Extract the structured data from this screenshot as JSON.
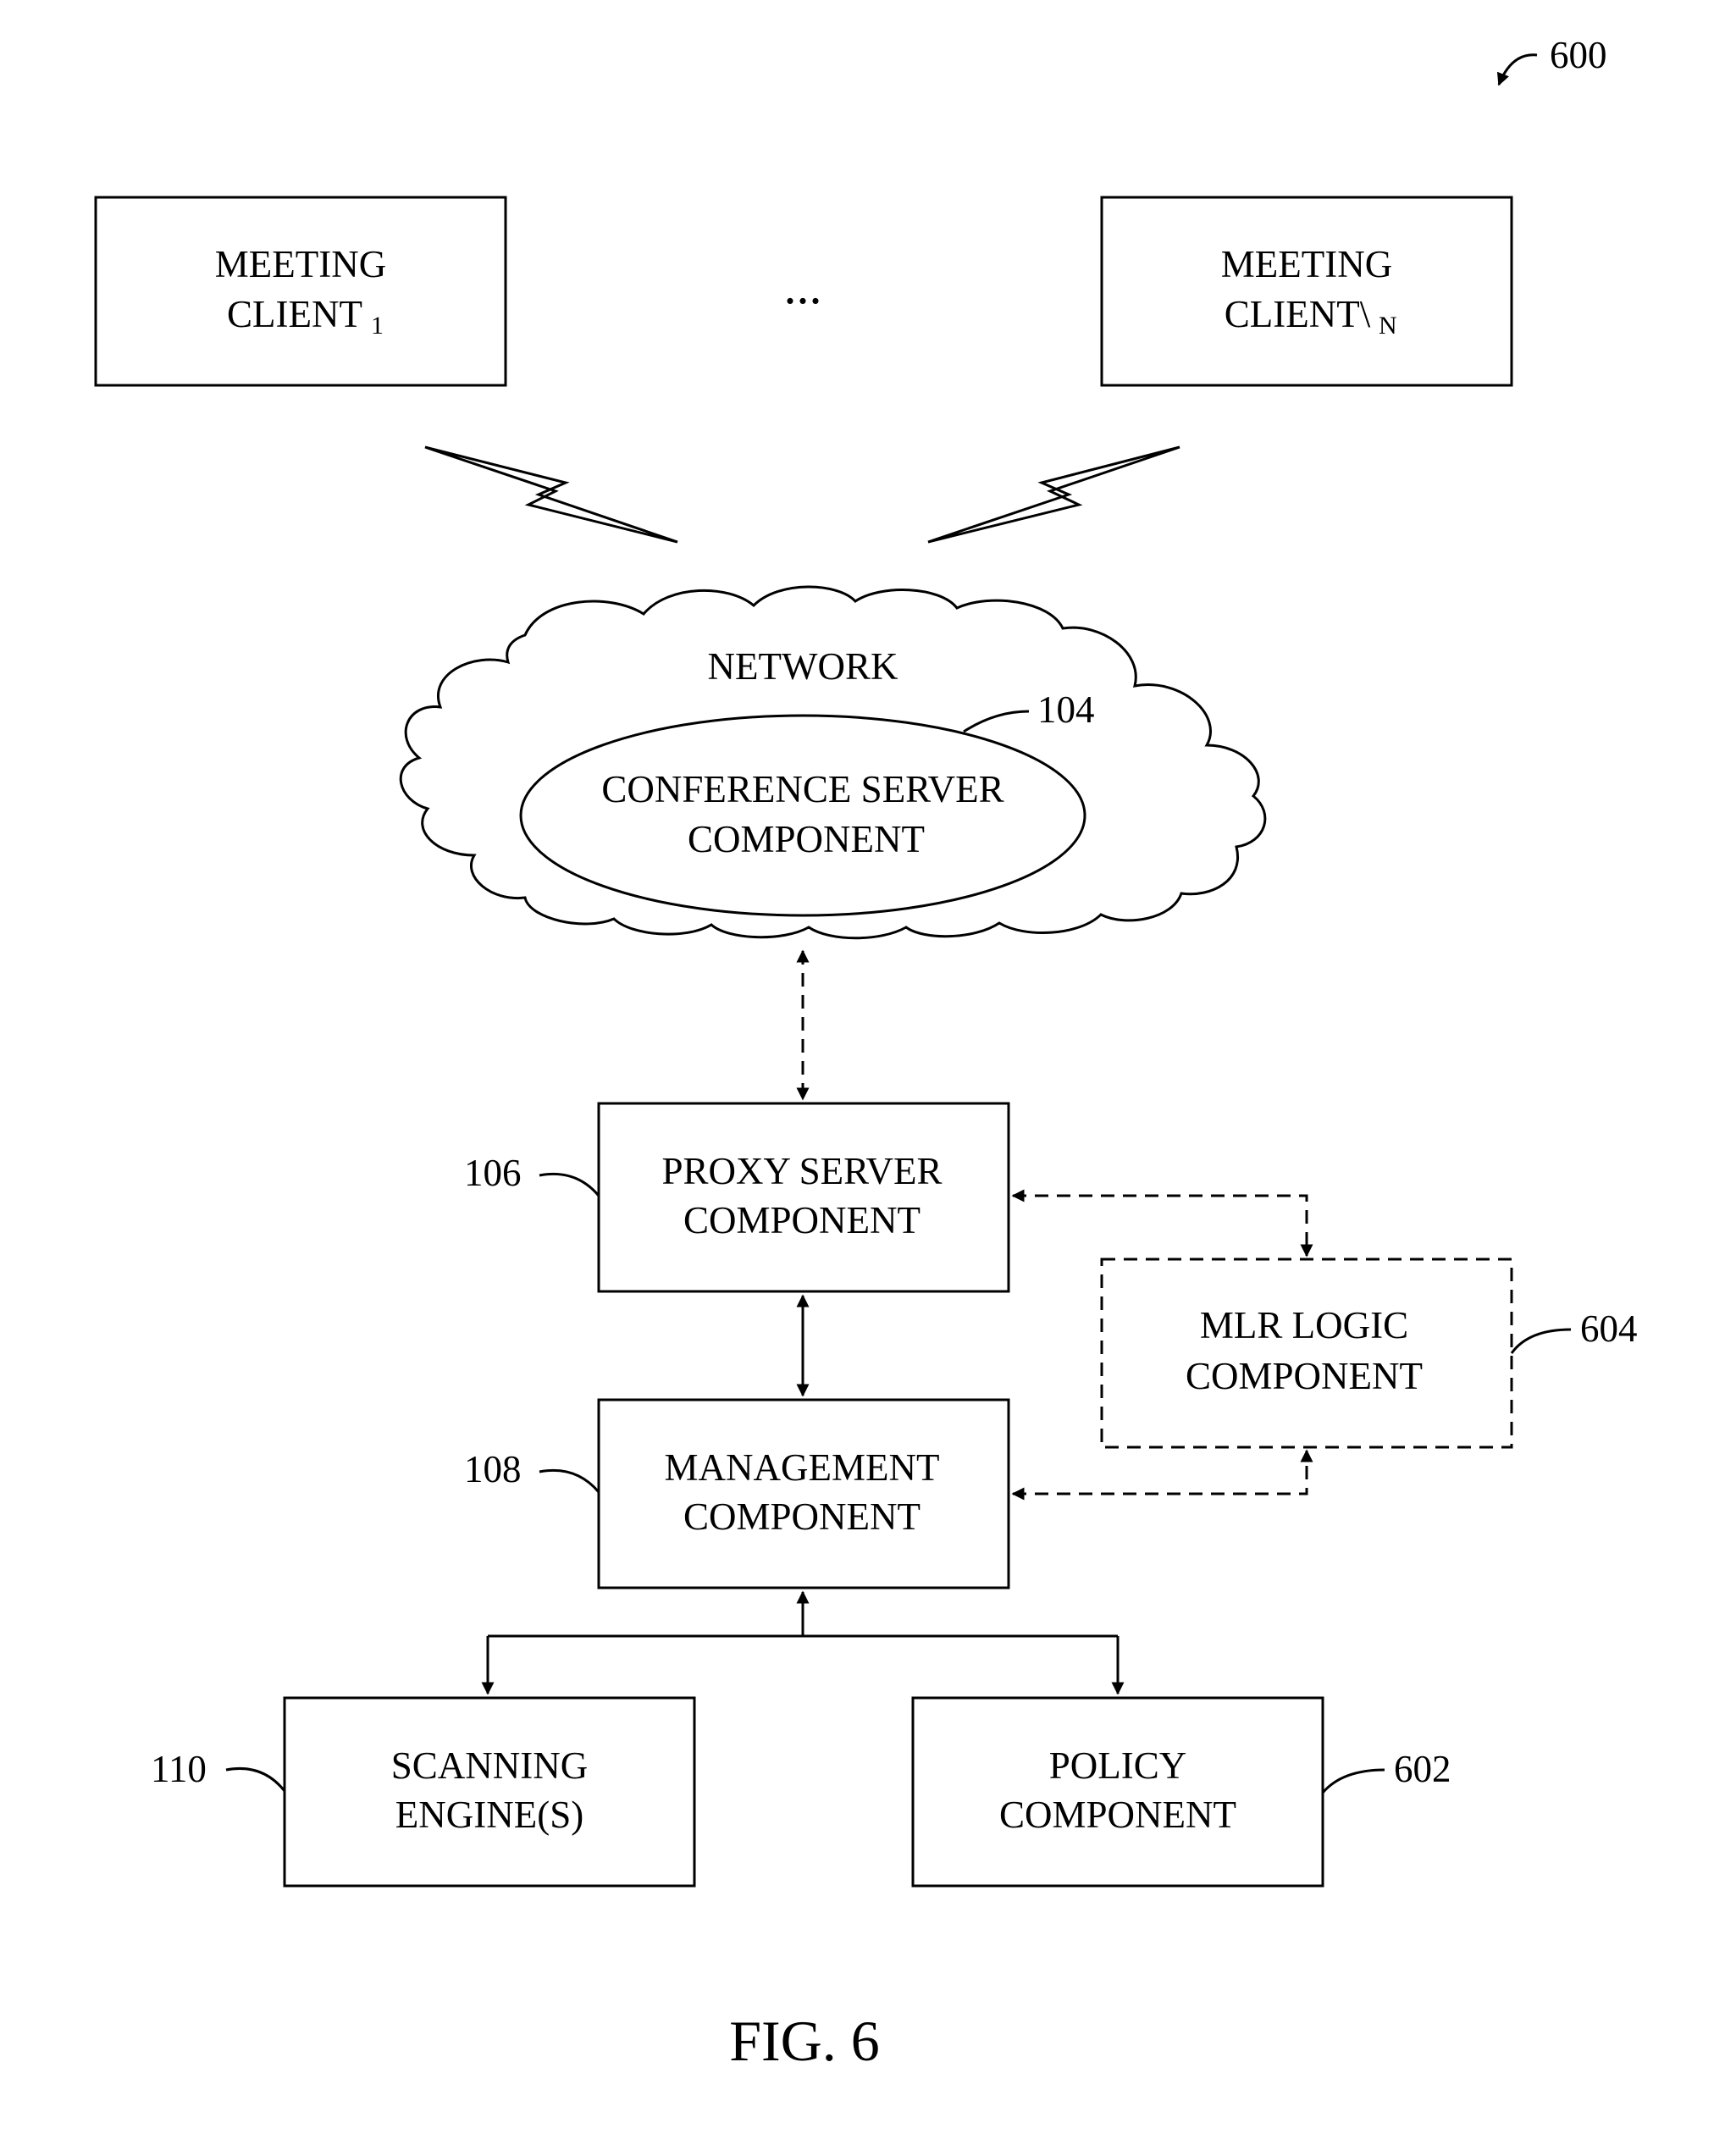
{
  "figure": {
    "ref_number": "600",
    "caption": "FIG. 6"
  },
  "meeting_clients": {
    "client_1": {
      "line1": "MEETING",
      "line2": "CLIENT",
      "subscript": "1"
    },
    "ellipsis": "...",
    "client_n": {
      "line1": "MEETING",
      "line2": "CLIENT\\",
      "subscript": "N"
    }
  },
  "network": {
    "label": "NETWORK",
    "conference_server": {
      "line1": "CONFERENCE SERVER",
      "line2": "COMPONENT",
      "ref": "104"
    }
  },
  "proxy_server": {
    "line1": "PROXY SERVER",
    "line2": "COMPONENT",
    "ref": "106"
  },
  "mlr_logic": {
    "line1": "MLR LOGIC",
    "line2": "COMPONENT",
    "ref": "604"
  },
  "management": {
    "line1": "MANAGEMENT",
    "line2": "COMPONENT",
    "ref": "108"
  },
  "scanning_engine": {
    "line1": "SCANNING",
    "line2": "ENGINE(S)",
    "ref": "110"
  },
  "policy": {
    "line1": "POLICY",
    "line2": "COMPONENT",
    "ref": "602"
  }
}
